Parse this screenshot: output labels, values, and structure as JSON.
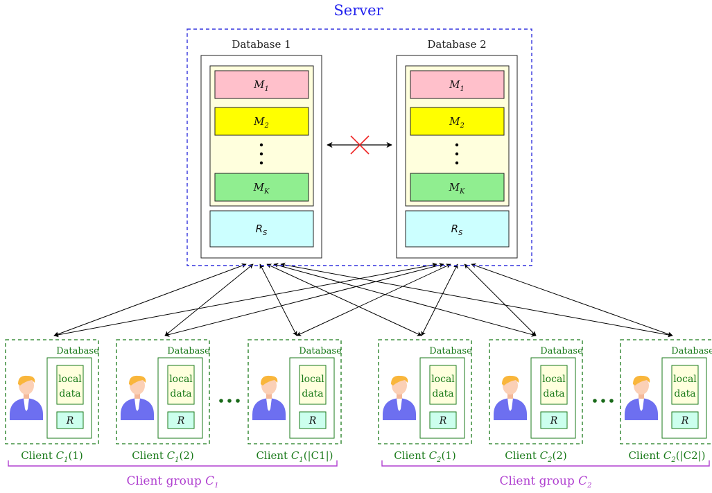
{
  "server": {
    "title": "Server",
    "databases": [
      {
        "title": "Database 1",
        "models": [
          {
            "base": "M",
            "sub": "1",
            "color": "#ffc0cb"
          },
          {
            "base": "M",
            "sub": "2",
            "color": "#ffff00"
          },
          {
            "base": "M",
            "sub": "K",
            "color": "#90ee90"
          }
        ],
        "result": {
          "base": "R",
          "sub": "S",
          "color": "#ccffff"
        }
      },
      {
        "title": "Database 2",
        "models": [
          {
            "base": "M",
            "sub": "1",
            "color": "#ffc0cb"
          },
          {
            "base": "M",
            "sub": "2",
            "color": "#ffff00"
          },
          {
            "base": "M",
            "sub": "K",
            "color": "#90ee90"
          }
        ],
        "result": {
          "base": "R",
          "sub": "S",
          "color": "#ccffff"
        }
      }
    ]
  },
  "clients": [
    {
      "db_label": "Database",
      "local_line1": "local",
      "local_line2": "data",
      "result": "R",
      "label_prefix": "Client ",
      "label_math": "C",
      "label_sub": "1",
      "label_suffix": "(1)"
    },
    {
      "db_label": "Database",
      "local_line1": "local",
      "local_line2": "data",
      "result": "R",
      "label_prefix": "Client ",
      "label_math": "C",
      "label_sub": "1",
      "label_suffix": "(2)"
    },
    {
      "db_label": "Database",
      "local_line1": "local",
      "local_line2": "data",
      "result": "R",
      "label_prefix": "Client ",
      "label_math": "C",
      "label_sub": "1",
      "label_suffix": "(|C1|)"
    },
    {
      "db_label": "Database",
      "local_line1": "local",
      "local_line2": "data",
      "result": "R",
      "label_prefix": "Client ",
      "label_math": "C",
      "label_sub": "2",
      "label_suffix": "(1)"
    },
    {
      "db_label": "Database",
      "local_line1": "local",
      "local_line2": "data",
      "result": "R",
      "label_prefix": "Client ",
      "label_math": "C",
      "label_sub": "2",
      "label_suffix": "(2)"
    },
    {
      "db_label": "Database",
      "local_line1": "local",
      "local_line2": "data",
      "result": "R",
      "label_prefix": "Client ",
      "label_math": "C",
      "label_sub": "2",
      "label_suffix": "(|C2|)"
    }
  ],
  "groups": [
    {
      "label": "Client group ",
      "math": "C",
      "sub": "1"
    },
    {
      "label": "Client group ",
      "math": "C",
      "sub": "2"
    }
  ],
  "colors": {
    "server_border": "#3333dd",
    "client_border": "#1a7a1a",
    "group_brace": "#b040d0",
    "no_link_mark": "#ee2222",
    "local_data_fill": "#ffffdd",
    "client_result_fill": "#ccffee",
    "db_inner_fill": "#ffffdd"
  },
  "icons": {
    "client_avatar": "person-icon",
    "ellipsis": "ellipsis-icon",
    "no_link": "cross-icon"
  }
}
